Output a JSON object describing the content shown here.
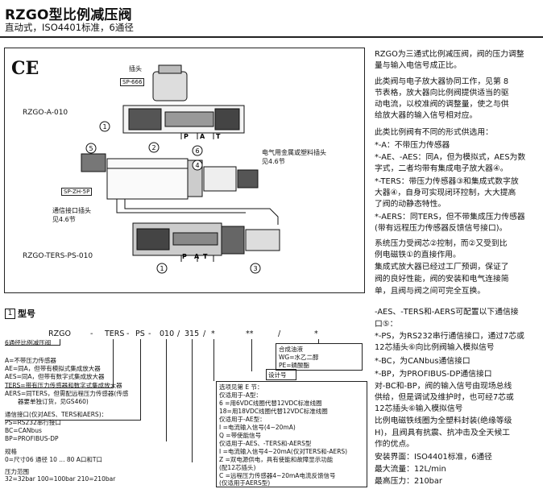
{
  "header": {
    "title": "RZGO型比例减压阀",
    "subtitle": "直动式，ISO4401标准，6通径"
  },
  "diagram": {
    "ce_mark": "CE",
    "model_a": "RZGO-A-010",
    "model_ters": "RZGO-TERS-PS-010",
    "plug_label": "插头",
    "plug_code": "SP-666",
    "connector_code": "SP-ZH-5P",
    "comm_plug_line1": "通信接口插头",
    "comm_plug_line2": "见4.6节",
    "elec_plug_line1": "电气用金属或塑料插头",
    "elec_plug_line2": "见4.6节",
    "port_p": "P",
    "port_a": "A",
    "port_t": "T",
    "callouts": [
      "①",
      "②",
      "③",
      "④",
      "⑤",
      "⑥"
    ]
  },
  "model_code": {
    "section_number": "1",
    "section_title": "型号",
    "parts": [
      "RZGO",
      "-",
      "TERS",
      "-",
      "PS",
      "-",
      "010",
      "/",
      "315",
      "/",
      "*",
      "**",
      "/",
      "*"
    ],
    "left_notes": [
      "6通径比例减压阀",
      "A=不带压力传感器",
      "AE=同A，但带有模拟式集成放大器",
      "AES=同A，但带有数字式集成放大器",
      "TERS=带有压力传感器和数字式集成放大器",
      "AERS=同TERS，但需配远程压力传感器(传感",
      "器要单独订货，见GS460)",
      "通信接口(仅对AES、TERS和AERS)：",
      "PS=RS232串行接口",
      "BC=CANbus",
      "BP=PROFIBUS-DP",
      "规格",
      "0=尺寸06  通径  10 ... 80  A口和T口",
      "压力范围",
      "32=32bar    100=100bar    210=210bar"
    ],
    "seal_box": {
      "title": "合成油液",
      "line1": "WG=水乙二醇",
      "line2": "PE=磷酸酯"
    },
    "design_number": "设计号",
    "options": [
      "选项见第 E 节：",
      "仅适用于-A型：",
      "6  =用6VDC线圈代替12VDC标准线圈",
      "18=用18VDC线圈代替12VDC标准线圈",
      "仅适用于-AE型：",
      "I  =电流输入信号(4~20mA)",
      "Q  =带使能信号",
      "仅适用于-AES、-TERS和-AERS型",
      "I  =电流输入信号4~20mA(仅对TERS和-AERS)",
      "Z  =双电源供电，具有使能和故障显示功能",
      "      (配12芯插头)",
      "C  =远程压力传感器4~20mA电流反馈信号",
      "      (仅适用于AERS型)"
    ]
  },
  "description": {
    "lines": [
      "RZGO为三通式比例减压阀，阀的压力调整",
      "量与输入电信号成正比。",
      "此类阀与电子放大器协同工作，见第 8",
      "节表格，放大器向比例阀提供适当的驱",
      "动电流，以校准阀的调整量，使之与供",
      "给放大器的输入信号相对应。",
      "此类比例阀有不同的形式供选用：",
      "*-A：不带压力传感器",
      "*-AE、-AES：同A，但为模拟式，AES为数",
      "字式，二者均带有集成电子放大器④。",
      "*-TERS：带压力传感器③和集成式数字放",
      "大器④，自身可实现闭环控制，大大提高",
      "了阀的动静态特性。",
      "*-AERS：同TERS，但不带集成压力传感器",
      "(带有远程压力传感器反馈信号接口)。",
      "系统压力受阀芯②控制，而②又受到比",
      "例电磁铁①的直接作用。",
      "集成式放大器已经过工厂预调，保证了",
      "阀的良好性能，阀的安装和电气连接简",
      "单，且阀与阀之间可完全互换。",
      "",
      "-AES、-TERS和-AERS可配置以下通信接",
      "口⑤：",
      "*-PS，为RS232串行通信接口，通过7芯或",
      "12芯插头⑥向比例阀输入模拟信号",
      "*-BC，为CANbus通信接口",
      "*-BP，为PROFIBUS-DP通信接口",
      "对-BC和-BP，阀的输入信号由现场总线",
      "供给，但是调试及维护时，也可经7芯或",
      "12芯插头⑥输入模拟信号",
      "比例电磁铁线圈为全塑料封装(绝缘等级",
      "H)，且阀具有抗震、抗冲击及全天候工",
      "作的优点。",
      "安装界面：ISO4401标准，6通径",
      "最大流量：12L/min",
      "最高压力：210bar"
    ]
  }
}
